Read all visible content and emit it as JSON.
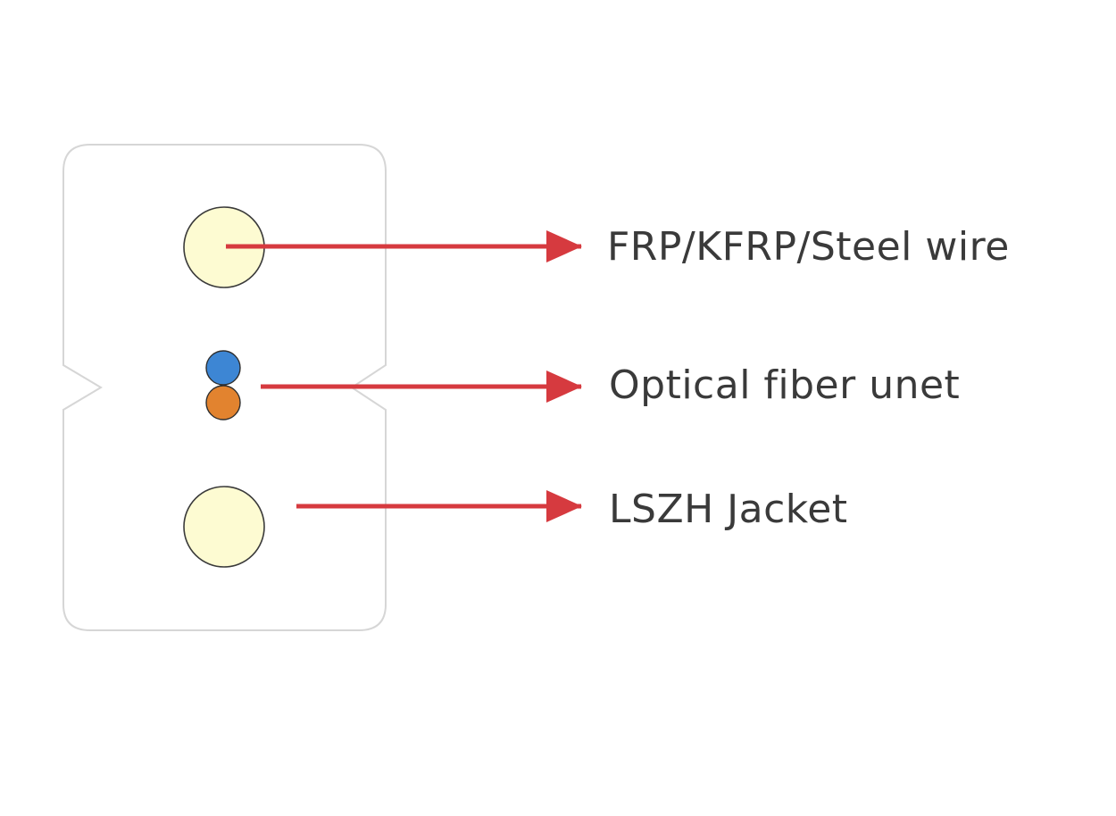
{
  "labels": {
    "strength_member": "FRP/KFRP/Steel wire",
    "optical_fiber": "Optical fiber unet",
    "jacket": "LSZH Jacket"
  },
  "colors": {
    "arrow": "#d63a3f",
    "strength_member_fill": "#fdfbd2",
    "fiber_blue": "#3d86d4",
    "fiber_orange": "#e2832f",
    "jacket_outline": "#d6d6d6",
    "label_text": "#3a3a3a"
  }
}
